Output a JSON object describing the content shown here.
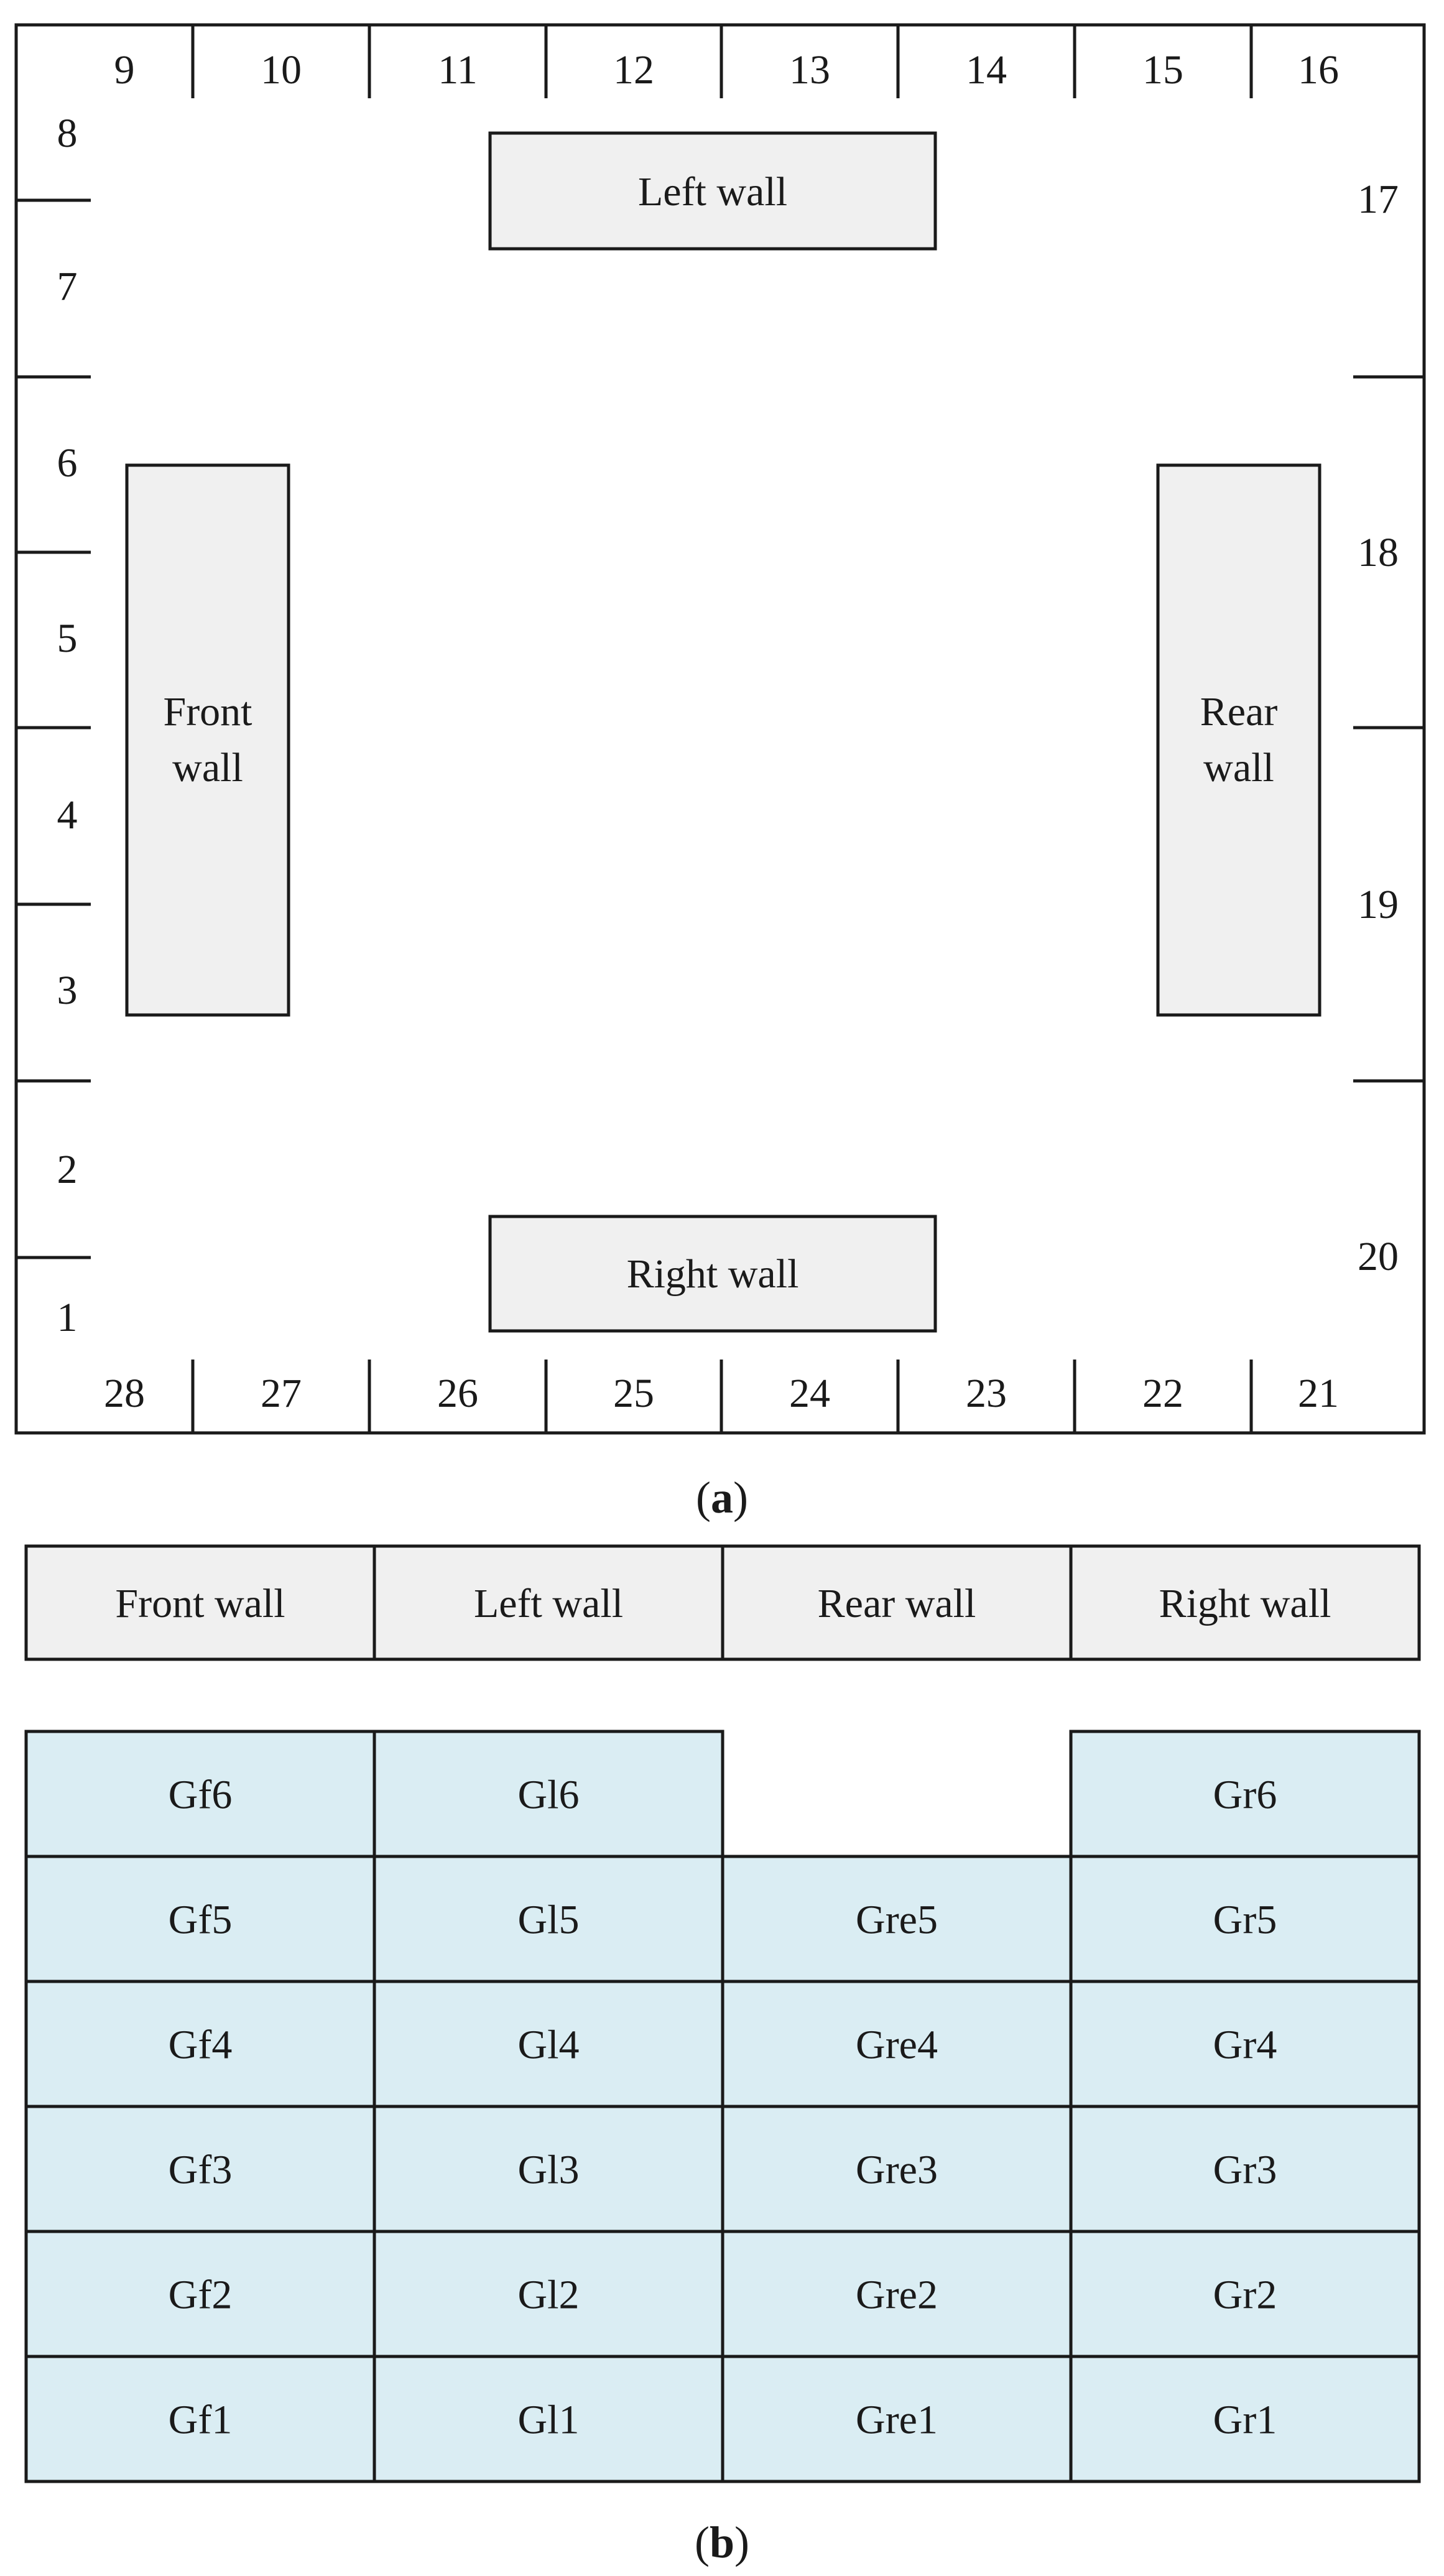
{
  "colors": {
    "stroke": "#1a1a1a",
    "wall_fill": "#f0f0f0",
    "grid_fill": "#daedf3",
    "background": "#ffffff"
  },
  "part_a": {
    "caption_open": "(",
    "caption_letter": "a",
    "caption_close": ")",
    "top_numbers": [
      "9",
      "10",
      "11",
      "12",
      "13",
      "14",
      "15",
      "16"
    ],
    "bottom_numbers": [
      "28",
      "27",
      "26",
      "25",
      "24",
      "23",
      "22",
      "21"
    ],
    "left_numbers": [
      "8",
      "7",
      "6",
      "5",
      "4",
      "3",
      "2",
      "1"
    ],
    "right_numbers": [
      "17",
      "18",
      "19",
      "20"
    ],
    "walls": {
      "left": "Left wall",
      "right": "Right wall",
      "front_line1": "Front",
      "front_line2": "wall",
      "rear_line1": "Rear",
      "rear_line2": "wall"
    }
  },
  "part_b": {
    "caption_open": "(",
    "caption_letter": "b",
    "caption_close": ")",
    "headers": [
      "Front wall",
      "Left wall",
      "Rear wall",
      "Right wall"
    ],
    "columns": [
      [
        "Gf6",
        "Gf5",
        "Gf4",
        "Gf3",
        "Gf2",
        "Gf1"
      ],
      [
        "Gl6",
        "Gl5",
        "Gl4",
        "Gl3",
        "Gl2",
        "Gl1"
      ],
      [
        "",
        "Gre5",
        "Gre4",
        "Gre3",
        "Gre2",
        "Gre1"
      ],
      [
        "Gr6",
        "Gr5",
        "Gr4",
        "Gr3",
        "Gr2",
        "Gr1"
      ]
    ]
  }
}
